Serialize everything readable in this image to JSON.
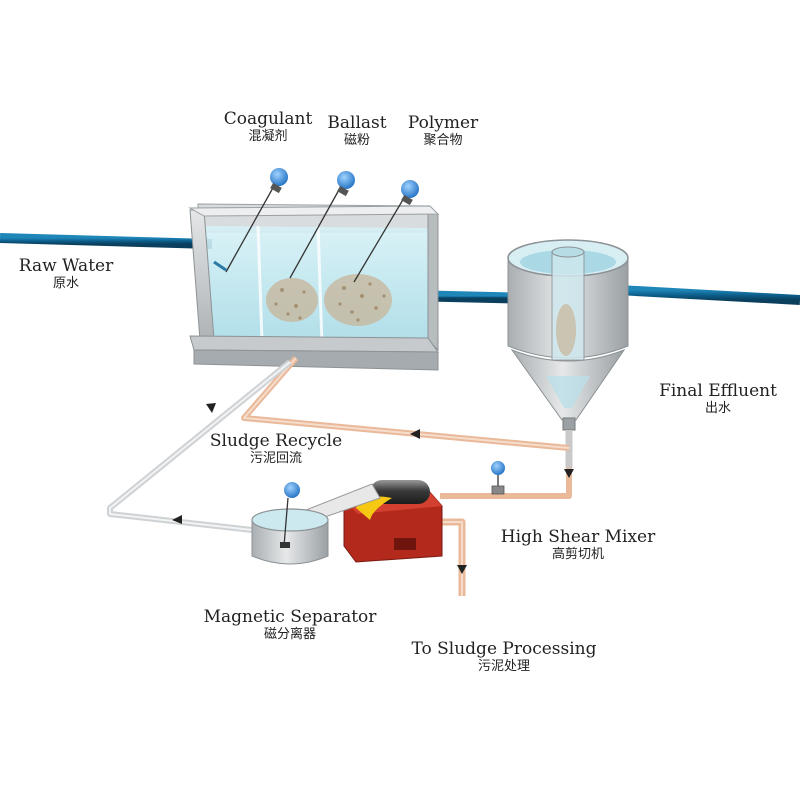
{
  "labels": {
    "coagulant": {
      "en": "Coagulant",
      "zh": "混凝剂"
    },
    "ballast": {
      "en": "Ballast",
      "zh": "磁粉"
    },
    "polymer": {
      "en": "Polymer",
      "zh": "聚合物"
    },
    "raw_water": {
      "en": "Raw Water",
      "zh": "原水"
    },
    "final_effluent": {
      "en": "Final Effluent",
      "zh": "出水"
    },
    "sludge_recycle": {
      "en": "Sludge Recycle",
      "zh": "污泥回流"
    },
    "high_shear_mixer": {
      "en": "High Shear Mixer",
      "zh": "高剪切机"
    },
    "magnetic_separator": {
      "en": "Magnetic Separator",
      "zh": "磁分离器"
    },
    "to_sludge_processing": {
      "en": "To Sludge Processing",
      "zh": "污泥处理"
    }
  },
  "colors": {
    "pipe": "#0d5f8c",
    "water": "#bfe6ef",
    "tank_wall": "#c8ccce",
    "sludge_pipe": "#e9b99a",
    "mixer_red": "#b3291c",
    "dosing_blue": "#2f86d6"
  }
}
